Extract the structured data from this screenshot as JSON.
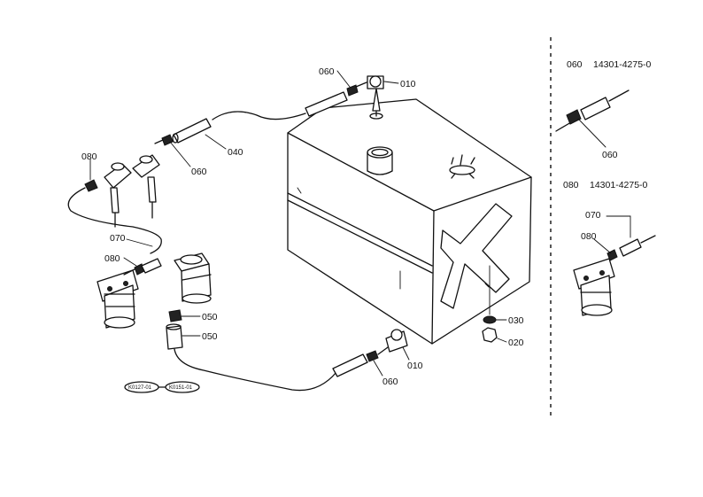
{
  "callouts": {
    "c010_top": "010",
    "c060_top": "060",
    "c040": "040",
    "c060_mid": "060",
    "c080_left": "080",
    "c070_left": "070",
    "c080_pump": "080",
    "c050a": "050",
    "c050b": "050",
    "c030": "030",
    "c020": "020",
    "c010_bottom": "010",
    "c060_bottom": "060"
  },
  "ref_tags": [
    "K0127-01",
    "K0151-01"
  ],
  "parts_list": [
    {
      "key": "060",
      "part_no": "14301-4275-0"
    },
    {
      "key": "080",
      "part_no": "14301-4275-0"
    }
  ],
  "detail_callouts": {
    "d060": "060",
    "d070": "070",
    "d080": "080"
  }
}
